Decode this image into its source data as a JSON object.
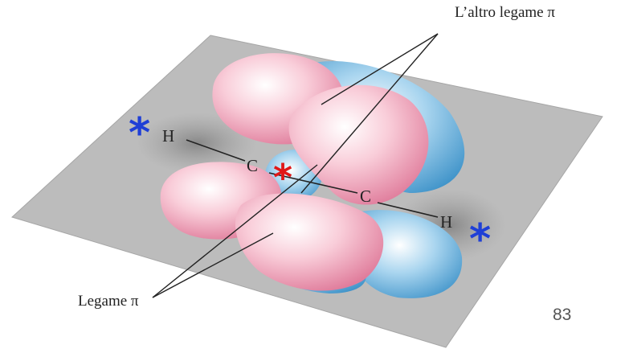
{
  "labels": {
    "top_callout": "L’altro legame π",
    "bottom_callout": "Legame π",
    "atoms": [
      "H",
      "C",
      "C",
      "H"
    ]
  },
  "markers": {
    "star_symbol": "*",
    "star_left_color": "#1f3fd6",
    "star_center_color": "#e01818",
    "star_right_color": "#1f3fd6"
  },
  "page_number": "83",
  "colors": {
    "plane": "#b8b8b8",
    "lobe_pink": "#f2a7bd",
    "lobe_blue": "#6fb4de"
  }
}
